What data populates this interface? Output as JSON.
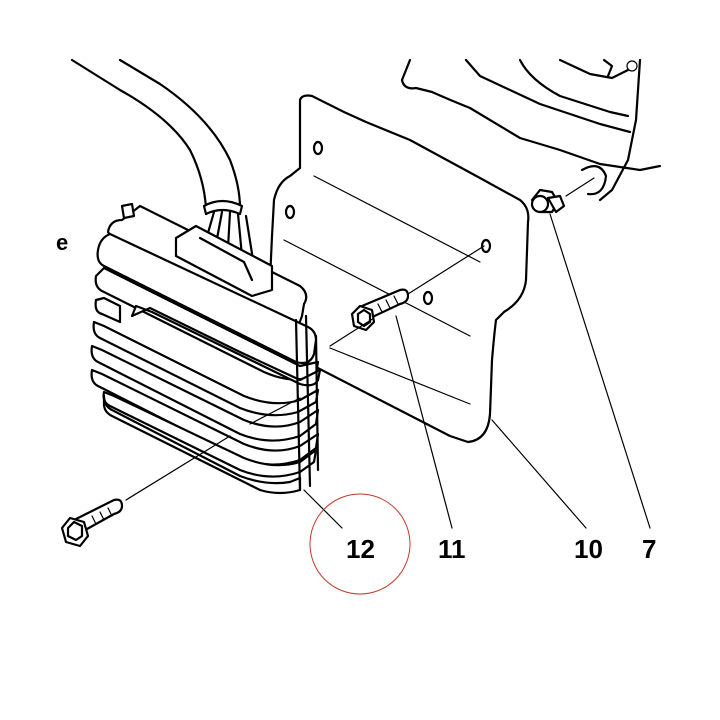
{
  "callouts": {
    "c12": "12",
    "c11": "11",
    "c10": "10",
    "c7": "7"
  },
  "fragment_text": "e",
  "highlight_color": "#c0392b"
}
